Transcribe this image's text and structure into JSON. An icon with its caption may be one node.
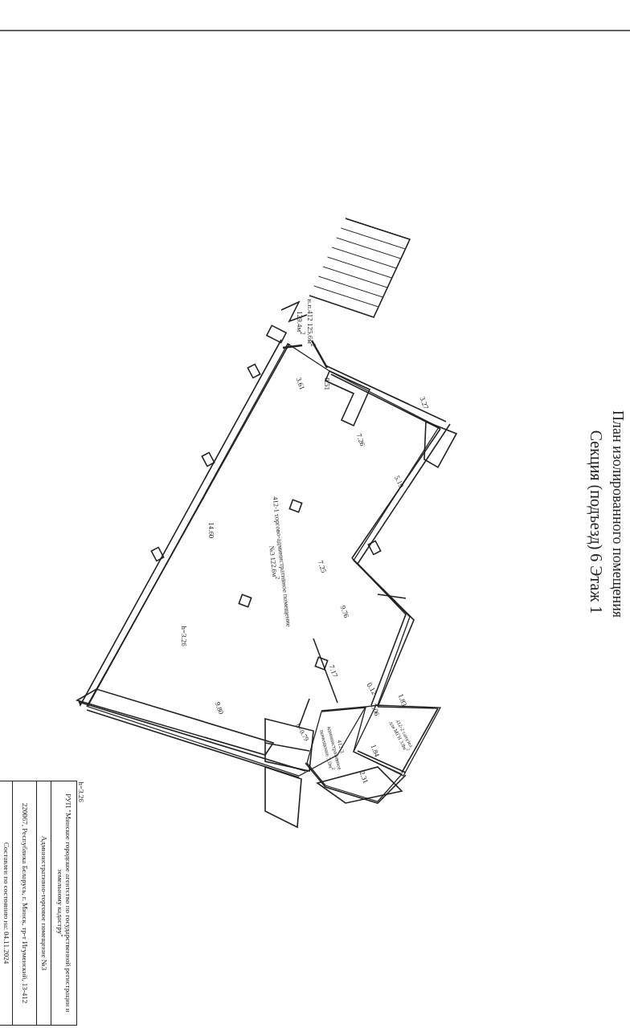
{
  "diagram": {
    "title": "План изолированного помещения",
    "nodes": [
      {
        "text": [
          "412-1 торгово-административное помещение №3 122.6м$^{2}$"
        ]
      },
      {
        "text": [
          "412-2 санузел для МГН 3.8м$^{2}$"
        ]
      },
      {
        "text": [
          "412-3 административное помещение 3.0м$^{2}$"
        ]
      }
    ],
    "labels": [
      "Секция (подъезд) 6 Этаж 1",
      "н.п.412 125.6м$^{2}$ 129.4м$^{2}$",
      "3.61",
      "0.51",
      "3.27",
      "7.26",
      "5.19",
      "14.60",
      "7.25",
      "9.76",
      "h=3.26",
      "7.17",
      "0.12",
      "1.83",
      "2.06",
      "1.84",
      "9.80",
      "h=0.79",
      "2.31",
      "h=3.26",
      "РУП \"Минское городское агентство по государственной регистрации и земельному кадастру\"",
      "Административно-торговое помещение №3",
      "220067, Республика Беларусь, г. Минск, тр-т Игуменский, 13-412",
      "Составлен по состоянию на: 04.11.2024"
    ]
  }
}
